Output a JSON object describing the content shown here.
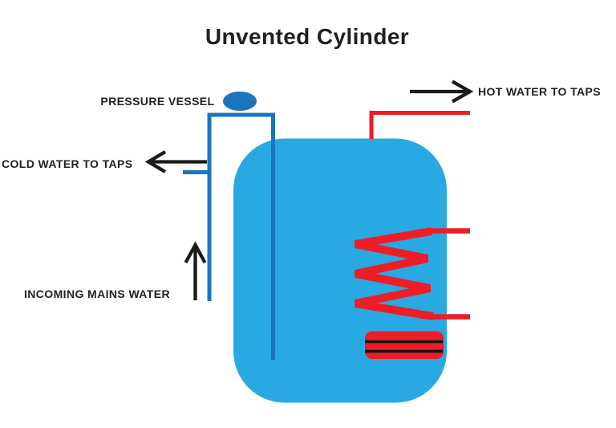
{
  "title": "Unvented Cylinder",
  "labels": {
    "pressure_vessel": "PRESSURE VESSEL",
    "cold_water_to_taps": "COLD WATER TO TAPS",
    "incoming_mains_water": "INCOMING MAINS WATER",
    "hot_water_to_taps": "HOT WATER TO TAPS"
  },
  "colors": {
    "background": "#FFFFFF",
    "cylinder_fill": "#29A9E1",
    "pipe_blue": "#1B75BC",
    "hot_red": "#EE1C25",
    "heater_stripe_black": "#111111",
    "arrow_black": "#1A1A1A",
    "text": "#231F20"
  }
}
